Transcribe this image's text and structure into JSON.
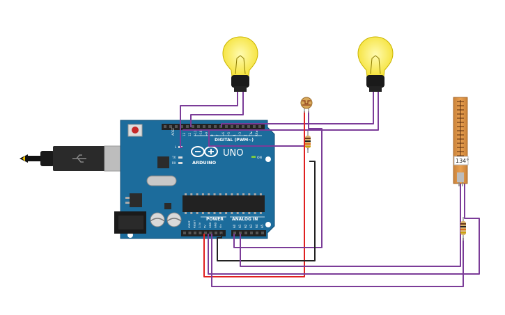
{
  "board": {
    "brand": "ARDUINO",
    "model": "UNO",
    "digital_header_label": "DIGITAL (PWM~)",
    "power_label": "POWER",
    "analog_label": "ANALOG IN",
    "on_label": "ON",
    "tx_label": "TX",
    "rx_label": "RX",
    "l_label": "L",
    "aref_label": "AREF",
    "digital_pins": [
      "13",
      "12",
      "~11",
      "~10",
      "~9",
      "8",
      "7",
      "~6",
      "~5",
      "4",
      "~3",
      "2",
      "TX▸1",
      "RX◂0"
    ],
    "power_pins": [
      "IOREF",
      "RESET",
      "3.3V",
      "5V",
      "GND",
      "GND",
      "Vin"
    ],
    "analog_pins": [
      "A0",
      "A1",
      "A2",
      "A3",
      "A4",
      "A5"
    ],
    "colors": {
      "pcb": "#1c6c9c",
      "header": "#222222",
      "text": "#ffffff"
    }
  },
  "components": {
    "bulb_left": "light-bulb",
    "bulb_right": "light-bulb",
    "photoresistor": "photoresistor",
    "flex_sensor": "flex-sensor",
    "flex_angle": "134°",
    "resistor_upper": "resistor",
    "resistor_lower": "resistor"
  },
  "wire_colors": {
    "purple": "#7b3c98",
    "red": "#e02020",
    "black": "#222222"
  }
}
